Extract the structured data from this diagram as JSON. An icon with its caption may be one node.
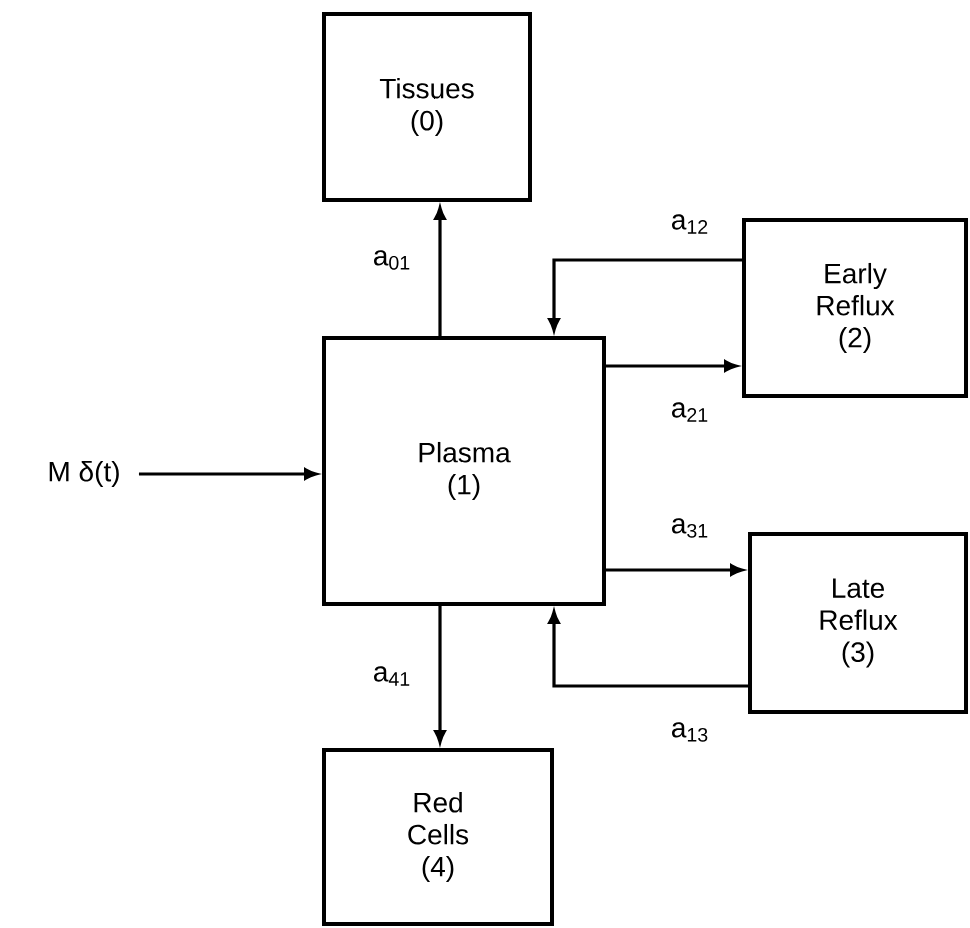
{
  "diagram": {
    "nodes": [
      {
        "text": [
          "Tissues (0)"
        ]
      },
      {
        "text": [
          "Plasma (1)"
        ]
      },
      {
        "text": [
          "Early Reflux (2)"
        ]
      },
      {
        "text": [
          "Late Reflux (3)"
        ]
      },
      {
        "text": [
          "Red Cells (4)"
        ]
      },
      {
        "text": [
          "M δ(t)"
        ]
      }
    ],
    "edges": [
      {
        "from": 1,
        "to": 0,
        "arrow": "to",
        "label": "a$_{01}$"
      },
      {
        "from": 2,
        "to": 1,
        "arrow": "to",
        "label": "a$_{12}$"
      },
      {
        "from": 1,
        "to": 2,
        "arrow": "to",
        "label": "a$_{21}$"
      },
      {
        "from": 1,
        "to": 3,
        "arrow": "to",
        "label": "a$_{31}$"
      },
      {
        "from": 3,
        "to": 1,
        "arrow": "to",
        "label": "a$_{13}$"
      },
      {
        "from": 1,
        "to": 4,
        "arrow": "to",
        "label": "a$_{41}$"
      },
      {
        "from": 5,
        "to": 1,
        "arrow": "to"
      }
    ]
  }
}
